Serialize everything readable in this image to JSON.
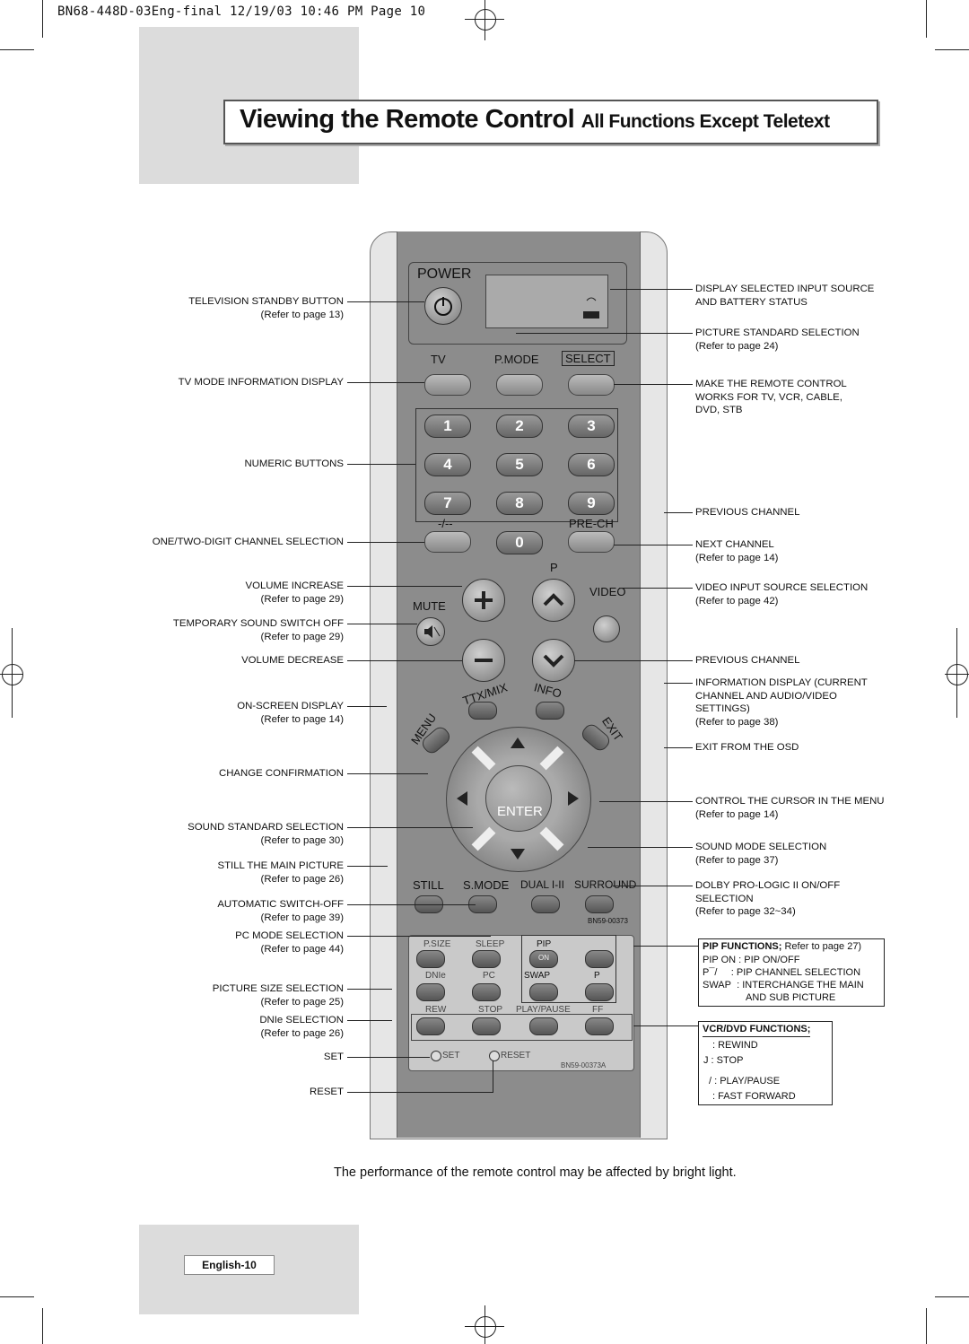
{
  "header": {
    "print_line": "BN68-448D-03Eng-final   12/19/03  10:46  PM    Page  10"
  },
  "title": {
    "main": "Viewing the Remote Control",
    "sub": "All Functions Except Teletext"
  },
  "left_labels": [
    {
      "text": "TELEVISION STANDBY BUTTON",
      "ref": "Refer to page 13"
    },
    {
      "text": "TV MODE INFORMATION DISPLAY",
      "ref": ""
    },
    {
      "text": "NUMERIC BUTTONS",
      "ref": ""
    },
    {
      "text": "ONE/TWO-DIGIT CHANNEL SELECTION",
      "ref": ""
    },
    {
      "text": "VOLUME INCREASE",
      "ref": "Refer to page 29"
    },
    {
      "text": "TEMPORARY SOUND SWITCH OFF",
      "ref": "Refer to page 29"
    },
    {
      "text": "VOLUME DECREASE",
      "ref": ""
    },
    {
      "text": "ON-SCREEN DISPLAY",
      "ref": "Refer to page 14"
    },
    {
      "text": "CHANGE CONFIRMATION",
      "ref": ""
    },
    {
      "text": "SOUND STANDARD SELECTION",
      "ref": "Refer to page 30"
    },
    {
      "text": "STILL THE MAIN PICTURE",
      "ref": "Refer to page 26"
    },
    {
      "text": "AUTOMATIC SWITCH-OFF",
      "ref": "Refer to page 39"
    },
    {
      "text": "PC MODE SELECTION",
      "ref": "Refer to page 44"
    },
    {
      "text": "PICTURE SIZE SELECTION",
      "ref": "Refer to page 25"
    },
    {
      "text": "DNIe SELECTION",
      "ref": "Refer to page 26"
    },
    {
      "text": "SET",
      "ref": ""
    },
    {
      "text": "RESET",
      "ref": ""
    }
  ],
  "right_labels": [
    {
      "lines": [
        "DISPLAY SELECTED INPUT SOURCE",
        "AND BATTERY STATUS"
      ]
    },
    {
      "lines": [
        "PICTURE STANDARD SELECTION",
        "(Refer to page 24)"
      ]
    },
    {
      "lines": [
        "MAKE THE REMOTE CONTROL",
        "WORKS FOR TV, VCR, CABLE,",
        "DVD, STB"
      ]
    },
    {
      "lines": [
        "PREVIOUS CHANNEL"
      ]
    },
    {
      "lines": [
        "NEXT CHANNEL",
        "(Refer to page 14)"
      ]
    },
    {
      "lines": [
        "VIDEO INPUT SOURCE SELECTION",
        "(Refer to page 42)"
      ]
    },
    {
      "lines": [
        "PREVIOUS CHANNEL"
      ]
    },
    {
      "lines": [
        "INFORMATION DISPLAY (CURRENT",
        "CHANNEL AND AUDIO/VIDEO",
        "SETTINGS)",
        "(Refer to page 38)"
      ]
    },
    {
      "lines": [
        "EXIT FROM THE OSD"
      ]
    },
    {
      "lines": [
        "CONTROL THE CURSOR IN THE MENU",
        "(Refer to page 14)"
      ]
    },
    {
      "lines": [
        "SOUND MODE SELECTION",
        "(Refer to page 37)"
      ]
    },
    {
      "lines": [
        "DOLBY PRO-LOGIC II ON/OFF",
        "SELECTION",
        "(Refer to page 32~34)"
      ]
    }
  ],
  "pip_box": {
    "heading": "PIP FUNCTIONS;",
    "heading_ref": "Refer to page 27)",
    "rows": [
      {
        "key": "PIP ON",
        "sep": ":",
        "val": "PIP ON/OFF"
      },
      {
        "key": "P¯/",
        "sep": ":",
        "val": "PIP CHANNEL SELECTION"
      },
      {
        "key": "SWAP",
        "sep": ":",
        "val": "INTERCHANGE THE MAIN"
      },
      {
        "key": "",
        "sep": "",
        "val": "AND SUB PICTURE"
      }
    ]
  },
  "vcr_box": {
    "heading": "VCR/DVD FUNCTIONS;",
    "rows": [
      ":  REWIND",
      "J  :  STOP",
      "/   :  PLAY/PAUSE",
      ":  FAST FORWARD"
    ]
  },
  "remote": {
    "power": "POWER",
    "tv": "TV",
    "pmode": "P.MODE",
    "select": "SELECT",
    "digits": [
      "1",
      "2",
      "3",
      "4",
      "5",
      "6",
      "7",
      "8",
      "9",
      "0"
    ],
    "dash": "-/--",
    "prech": "PRE-CH",
    "p": "P",
    "mute": "MUTE",
    "video": "VIDEO",
    "ttx": "TTX/MIX",
    "info": "INFO",
    "menu": "MENU",
    "exit": "EXIT",
    "enter": "ENTER",
    "still": "STILL",
    "smode": "S.MODE",
    "dual": "DUAL I-II",
    "surround": "SURROUND",
    "model1": "BN59-00373",
    "psize": "P.SIZE",
    "sleep": "SLEEP",
    "pip": "PIP",
    "on": "ON",
    "dnie": "DNIe",
    "pc": "PC",
    "swap": "SWAP",
    "p2": "P",
    "rew": "REW",
    "stop": "STOP",
    "playpause": "PLAY/PAUSE",
    "ff": "FF",
    "set": "SET",
    "reset": "RESET",
    "model2": "BN59-00373A"
  },
  "note": "The performance of the remote control may be affected by bright light.",
  "page_label": "English-10"
}
